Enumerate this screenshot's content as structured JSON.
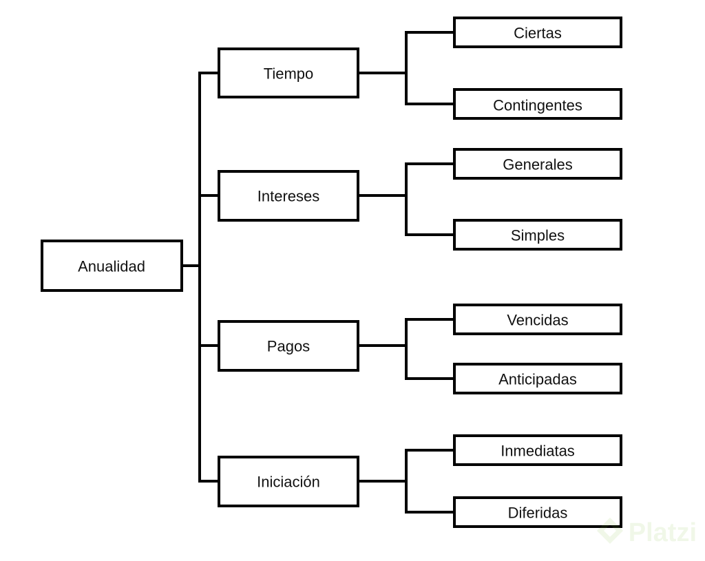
{
  "diagram": {
    "root": "Anualidad",
    "branches": [
      {
        "label": "Tiempo",
        "children": [
          "Ciertas",
          "Contingentes"
        ]
      },
      {
        "label": "Intereses",
        "children": [
          "Generales",
          "Simples"
        ]
      },
      {
        "label": "Pagos",
        "children": [
          "Vencidas",
          "Anticipadas"
        ]
      },
      {
        "label": "Iniciación",
        "children": [
          "Inmediatas",
          "Diferidas"
        ]
      }
    ]
  },
  "watermark": {
    "brand": "Platzi",
    "icon": "platzi-logo-icon",
    "color": "#8bc34a"
  }
}
